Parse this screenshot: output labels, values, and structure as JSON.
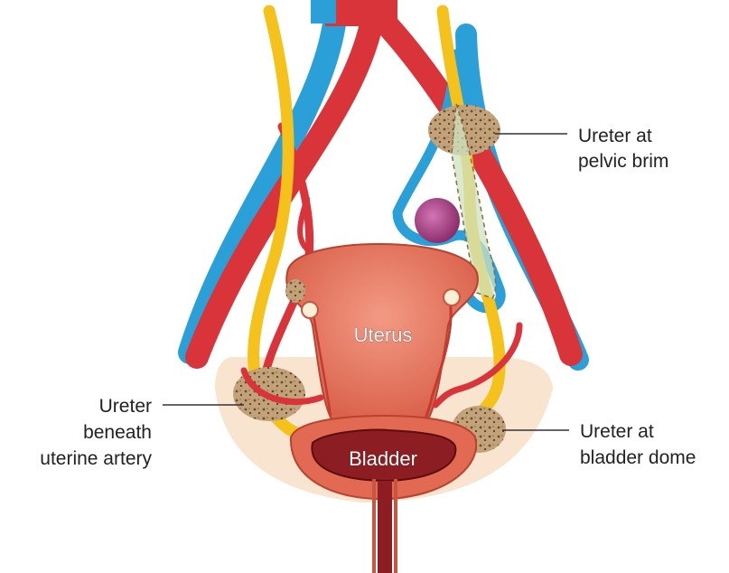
{
  "labels": {
    "uterus": "Uterus",
    "bladder": "Bladder",
    "pelvic_brim": [
      "Ureter at",
      "pelvic brim"
    ],
    "beneath_artery": [
      "Ureter",
      "beneath",
      "uterine artery"
    ],
    "bladder_dome": [
      "Ureter at",
      "bladder dome"
    ]
  },
  "colors": {
    "artery": "#d8343a",
    "vein": "#2a9fd8",
    "ureter": "#f5c21b",
    "uterus": "#eb7f68",
    "bladder": "#e36a52",
    "bladder_lumen": "#8c1d22",
    "pelvic_floor": "#f8e4cf",
    "ovary": "#a9407f",
    "lesion": "#a89272"
  }
}
